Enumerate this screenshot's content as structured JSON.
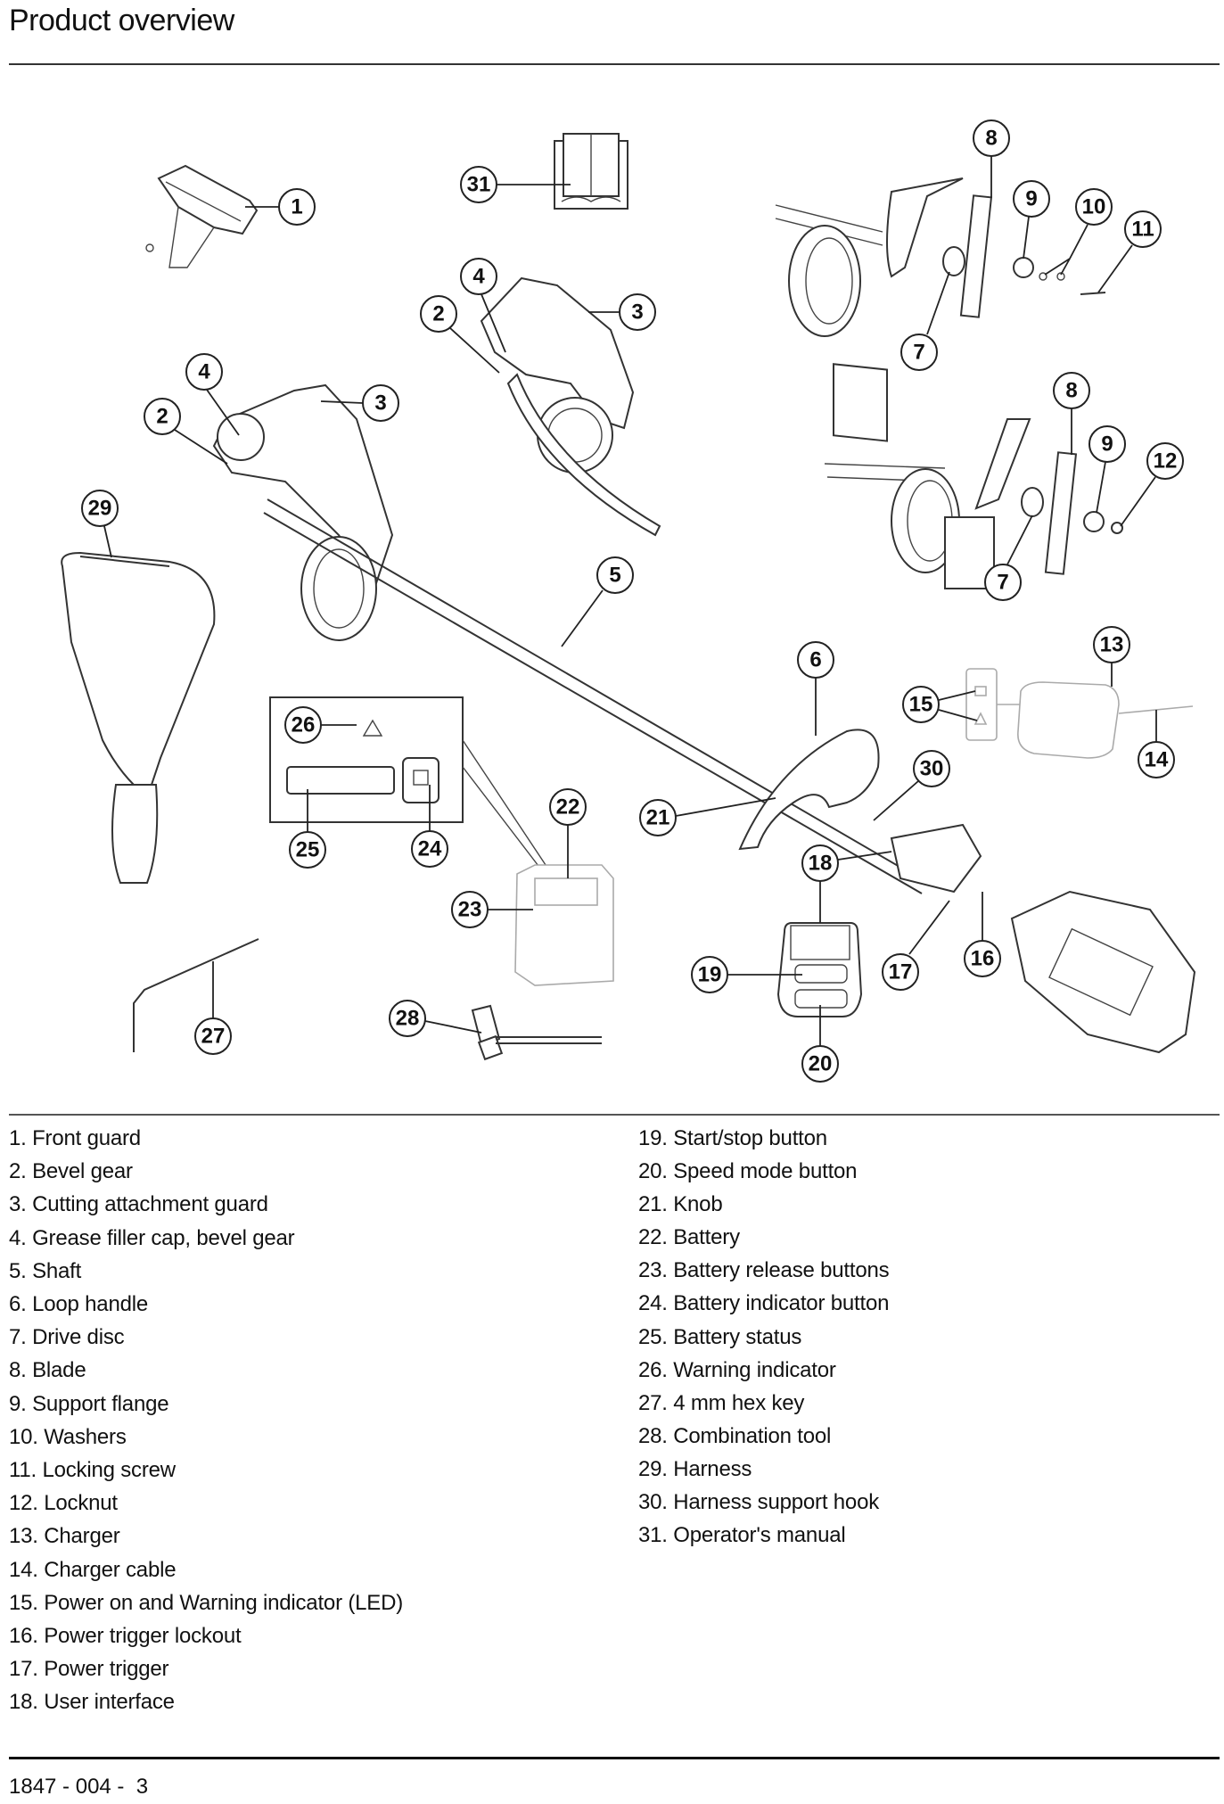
{
  "page": {
    "title": "Product overview",
    "footer": "1847 - 004 -  3"
  },
  "illustration": {
    "callouts": [
      {
        "num": "1"
      },
      {
        "num": "31"
      },
      {
        "num": "4"
      },
      {
        "num": "2"
      },
      {
        "num": "3"
      },
      {
        "num": "4"
      },
      {
        "num": "2"
      },
      {
        "num": "3"
      },
      {
        "num": "29"
      },
      {
        "num": "5"
      },
      {
        "num": "8"
      },
      {
        "num": "9"
      },
      {
        "num": "10"
      },
      {
        "num": "11"
      },
      {
        "num": "7"
      },
      {
        "num": "8"
      },
      {
        "num": "9"
      },
      {
        "num": "12"
      },
      {
        "num": "7"
      },
      {
        "num": "6"
      },
      {
        "num": "13"
      },
      {
        "num": "15"
      },
      {
        "num": "14"
      },
      {
        "num": "30"
      },
      {
        "num": "21"
      },
      {
        "num": "18"
      },
      {
        "num": "19"
      },
      {
        "num": "17"
      },
      {
        "num": "16"
      },
      {
        "num": "20"
      },
      {
        "num": "26"
      },
      {
        "num": "25"
      },
      {
        "num": "24"
      },
      {
        "num": "22"
      },
      {
        "num": "23"
      },
      {
        "num": "27"
      },
      {
        "num": "28"
      }
    ]
  },
  "legend": {
    "left": [
      "1. Front guard",
      "2. Bevel gear",
      "3. Cutting attachment guard",
      "4. Grease filler cap, bevel gear",
      "5. Shaft",
      "6. Loop handle",
      "7. Drive disc",
      "8. Blade",
      "9. Support flange",
      "10. Washers",
      "11. Locking screw",
      "12. Locknut",
      "13. Charger",
      "14. Charger cable",
      "15. Power on and Warning indicator (LED)",
      "16. Power trigger lockout",
      "17. Power trigger",
      "18. User interface"
    ],
    "right": [
      "19. Start/stop button",
      "20. Speed mode button",
      "21. Knob",
      "22. Battery",
      "23. Battery release buttons",
      "24. Battery indicator button",
      "25. Battery status",
      "26. Warning indicator",
      "27. 4 mm hex key",
      "28. Combination tool",
      "29. Harness",
      "30. Harness support hook",
      "31. Operator's manual"
    ]
  }
}
